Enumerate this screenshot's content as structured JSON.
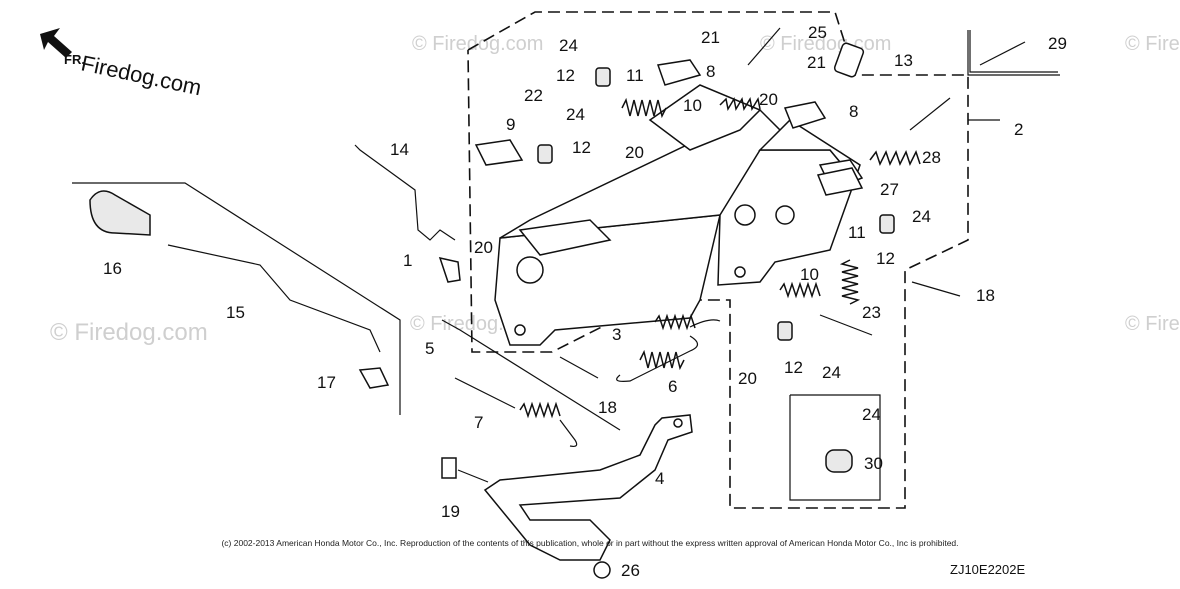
{
  "watermark": {
    "text": "© Firedog.com"
  },
  "brand": {
    "text": "Firedog.com"
  },
  "direction": {
    "label": "FR."
  },
  "copyright": "(c) 2002-2013 American Honda Motor Co., Inc. Reproduction of the contents of this publication, whole or in part without the express written approval of American Honda Motor Co., Inc is prohibited.",
  "diagram_code": "ZJ10E2202E",
  "callouts": [
    {
      "id": "c1",
      "label": "1"
    },
    {
      "id": "c2",
      "label": "2"
    },
    {
      "id": "c3",
      "label": "3"
    },
    {
      "id": "c4",
      "label": "4"
    },
    {
      "id": "c5",
      "label": "5"
    },
    {
      "id": "c6",
      "label": "6"
    },
    {
      "id": "c7",
      "label": "7"
    },
    {
      "id": "c8a",
      "label": "8"
    },
    {
      "id": "c8b",
      "label": "8"
    },
    {
      "id": "c9",
      "label": "9"
    },
    {
      "id": "c10a",
      "label": "10"
    },
    {
      "id": "c10b",
      "label": "10"
    },
    {
      "id": "c11a",
      "label": "11"
    },
    {
      "id": "c11b",
      "label": "11"
    },
    {
      "id": "c12a",
      "label": "12"
    },
    {
      "id": "c12b",
      "label": "12"
    },
    {
      "id": "c12c",
      "label": "12"
    },
    {
      "id": "c12d",
      "label": "12"
    },
    {
      "id": "c13",
      "label": "13"
    },
    {
      "id": "c14",
      "label": "14"
    },
    {
      "id": "c15",
      "label": "15"
    },
    {
      "id": "c16",
      "label": "16"
    },
    {
      "id": "c17",
      "label": "17"
    },
    {
      "id": "c18a",
      "label": "18"
    },
    {
      "id": "c18b",
      "label": "18"
    },
    {
      "id": "c19",
      "label": "19"
    },
    {
      "id": "c20a",
      "label": "20"
    },
    {
      "id": "c20b",
      "label": "20"
    },
    {
      "id": "c20c",
      "label": "20"
    },
    {
      "id": "c20d",
      "label": "20"
    },
    {
      "id": "c21a",
      "label": "21"
    },
    {
      "id": "c21b",
      "label": "21"
    },
    {
      "id": "c22",
      "label": "22"
    },
    {
      "id": "c23",
      "label": "23"
    },
    {
      "id": "c24a",
      "label": "24"
    },
    {
      "id": "c24b",
      "label": "24"
    },
    {
      "id": "c24c",
      "label": "24"
    },
    {
      "id": "c24d",
      "label": "24"
    },
    {
      "id": "c24e",
      "label": "24"
    },
    {
      "id": "c25",
      "label": "25"
    },
    {
      "id": "c26",
      "label": "26"
    },
    {
      "id": "c27",
      "label": "27"
    },
    {
      "id": "c28",
      "label": "28"
    },
    {
      "id": "c29",
      "label": "29"
    },
    {
      "id": "c30",
      "label": "30"
    }
  ]
}
